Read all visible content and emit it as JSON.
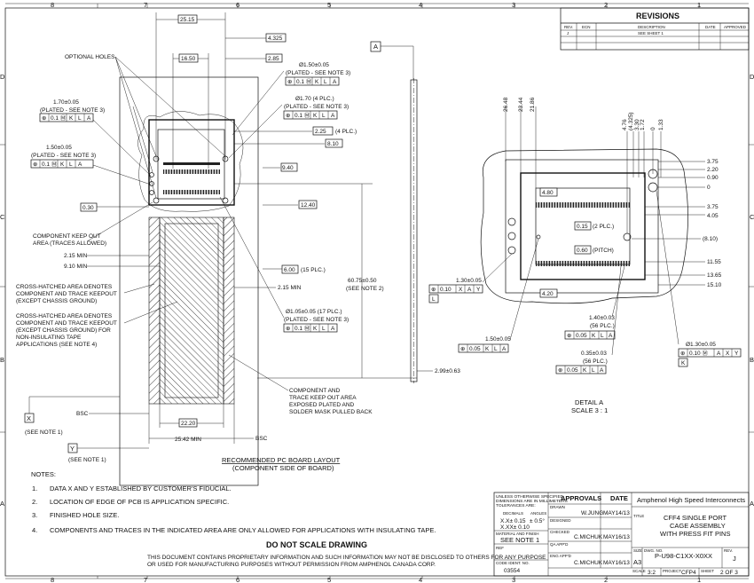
{
  "border": {
    "zones_top": [
      "8",
      "7",
      "6",
      "5",
      "4",
      "3",
      "2",
      "1"
    ],
    "zones_bottom": [
      "8",
      "7",
      "6",
      "5",
      "4",
      "3",
      "2",
      "1"
    ],
    "zones_side": [
      "D",
      "C",
      "B",
      "A"
    ]
  },
  "revisions": {
    "title": "REVISIONS",
    "headers": [
      "REV.",
      "ECN",
      "DESCRIPTION",
      "DATE",
      "APPROVED"
    ],
    "rows": [
      [
        "J",
        "",
        "SEE SHEET 1",
        "",
        ""
      ]
    ]
  },
  "main_view": {
    "dims": {
      "d2515": "25.15",
      "d1650": "16.50",
      "d4325": "4.325",
      "d285": "2.85",
      "d225": "2.25",
      "d225b": "(4 PLC.)",
      "d810": "8.10",
      "d940": "9.40",
      "d1240": "12.40",
      "d600": "6.00",
      "d600b": "(15 PLC.)",
      "d2220": "22.20",
      "d2542": "25.42 MIN",
      "d6075": "60.75±0.50",
      "d6075b": "(SEE NOTE 2)",
      "d299": "2.99±0.63",
      "d215min": "2.15 MIN",
      "d910min": "9.10 MIN",
      "d215minb": "2.15 MIN",
      "d030": "0.30"
    },
    "callouts": {
      "optional_holes": "OPTIONAL HOLES",
      "h150_a": "Ø1.50±0.05",
      "h150_b": "(PLATED - SEE NOTE 3)",
      "h170_a": "Ø1.70 (4 PLC.)",
      "h170_b": "(PLATED - SEE NOTE 3)",
      "l170_a": "1.70±0.05",
      "l170_b": "(PLATED - SEE NOTE 3)",
      "l150_a": "1.50±0.05",
      "l150_b": "(PLATED - SEE NOTE 3)",
      "h105_a": "Ø1.05±0.05 (17 PLC.)",
      "h105_b": "(PLATED - SEE NOTE 3)",
      "keepout1": [
        "COMPONENT KEEP OUT",
        "AREA (TRACES ALLOWED)"
      ],
      "cross1": [
        "CROSS-HATCHED AREA DENOTES",
        "COMPONENT AND TRACE KEEPOUT",
        "(EXCEPT CHASSIS GROUND)"
      ],
      "cross2": [
        "CROSS-HATCHED AREA DENOTES",
        "COMPONENT AND TRACE KEEPOUT",
        "(EXCEPT CHASSIS GROUND) FOR",
        "NON-INSULATING TAPE",
        "APPLICATIONS (SEE NOTE 4)"
      ],
      "keepout2": [
        "COMPONENT AND",
        "TRACE KEEP OUT AREA",
        "EXPOSED PLATED AND",
        "SOLDER MASK PULLED BACK"
      ],
      "bsc": "BSC",
      "bsc2": "BSC"
    },
    "fcf": {
      "f1": [
        "⊕",
        "0.1 Ⓜ",
        "K",
        "L",
        "A"
      ],
      "datum_a": "A",
      "datum_x": "X",
      "datum_x_note": "(SEE NOTE 1)",
      "datum_y": "Y",
      "datum_y_note": "(SEE NOTE 1)"
    },
    "caption": [
      "RECOMMENDED PC BOARD LAYOUT",
      "(COMPONENT SIDE OF BOARD)"
    ]
  },
  "detail_a": {
    "top_dims": [
      "26.48",
      "23.44",
      "21.86"
    ],
    "top_dims_right": [
      "4.76",
      "(4.325)",
      "3.30",
      "1.72",
      "0",
      "1.33"
    ],
    "right_dims": [
      "3.75",
      "2.20",
      "0.90",
      "0",
      "3.75",
      "4.05",
      "(8.10)",
      "11.55",
      "13.65",
      "15.10"
    ],
    "inner": {
      "d480": "4.80",
      "d015": "0.15",
      "d015b": "(2 PLC.)",
      "d060": "0.60",
      "d060b": "(PITCH)",
      "d420": "4.20"
    },
    "callouts": {
      "c130": "1.30±0.05",
      "fcf130": [
        "⊕",
        "0.10",
        "X",
        "A",
        "Y"
      ],
      "datum_l": "L",
      "c140_a": "1.40±0.03",
      "c140_b": "(56 PLC.)",
      "fcf140": [
        "⊕",
        "0.05",
        "K",
        "L",
        "A"
      ],
      "c150": "1.50±0.05",
      "fcf150": [
        "⊕",
        "0.05",
        "K",
        "L",
        "A"
      ],
      "c035_a": "0.35±0.03",
      "c035_b": "(56 PLC.)",
      "fcf035": [
        "⊕",
        "0.05",
        "K",
        "L",
        "A"
      ],
      "h130": "Ø1.30±0.05",
      "fcfh130": [
        "⊕",
        "0.10 Ⓜ",
        "A",
        "X",
        "Y"
      ],
      "datum_k": "K"
    },
    "caption": [
      "DETAIL A",
      "SCALE 3 : 1"
    ]
  },
  "notes": {
    "title": "NOTES:",
    "items": [
      {
        "n": "1.",
        "text": "DATA X AND Y ESTABLISHED BY CUSTOMER'S FIDUCIAL."
      },
      {
        "n": "2.",
        "text": "LOCATION OF EDGE OF PCB IS APPLICATION SPECIFIC."
      },
      {
        "n": "3.",
        "text": "FINISHED HOLE SIZE."
      },
      {
        "n": "4.",
        "text": "COMPONENTS AND TRACES IN THE INDICATED AREA ARE ONLY ALLOWED FOR APPLICATIONS WITH INSULATING TAPE."
      }
    ],
    "do_not_scale": "DO NOT SCALE DRAWING",
    "proprietary": [
      "THIS DOCUMENT CONTAINS PROPRIETARY INFORMATION AND SUCH INFORMATION MAY NOT BE DISCLOSED TO OTHERS FOR ANY PURPOSE",
      "OR USED FOR MANUFACTURING PURPOSES WITHOUT PERMISSION FROM AMPHENOL CANADA CORP."
    ]
  },
  "title_block": {
    "tol_hdr": [
      "UNLESS OTHERWISE SPECIFIED",
      "DIMENSIONS ARE IN MILLIMETERS",
      "TOLERANCES ARE:"
    ],
    "decimals": "DECIMALS",
    "angles": "ANGLES",
    "tol1": "X.X± 0.15",
    "tol2": "X.XX± 0.10",
    "tol_ang": "± 0.5°",
    "material": "MATERIAL AND FINISH",
    "see_note": "SEE NOTE 1",
    "ref": "REF",
    "code_ident_label": "CODE IDENT. NO.",
    "code_ident": "03554",
    "approvals": "APPROVALS",
    "date_hdr": "DATE",
    "drawn_label": "DRAWN",
    "drawn": "W.JUNG",
    "drawn_date": "MAY14/13",
    "designed_label": "DESIGNED",
    "checked_label": "CHECKED",
    "checked": "C.MICHUK",
    "checked_date": "MAY16/13",
    "qa_label": "QA APP'D",
    "engapp_label": "ENG APP'D",
    "engapp": "C.MICHUK",
    "engapp_date": "MAY16/13",
    "company": "Amphenol High Speed Interconnects",
    "title_label": "TITLE",
    "title_lines": [
      "CFF4 SINGLE PORT",
      "CAGE ASSEMBLY",
      "WITH PRESS FIT PINS"
    ],
    "size_label": "SIZE",
    "size": "A3",
    "dwg_label": "DWG. NO.",
    "dwg_no": "P-U98-C1XX-X0XX",
    "rev_label": "REV.",
    "rev": "J",
    "scale_label": "SCALE",
    "scale": "3:2",
    "project_label": "PROJECT",
    "project": "CFP4",
    "sheet_label": "SHEET",
    "sheet": "2 OF 3"
  }
}
